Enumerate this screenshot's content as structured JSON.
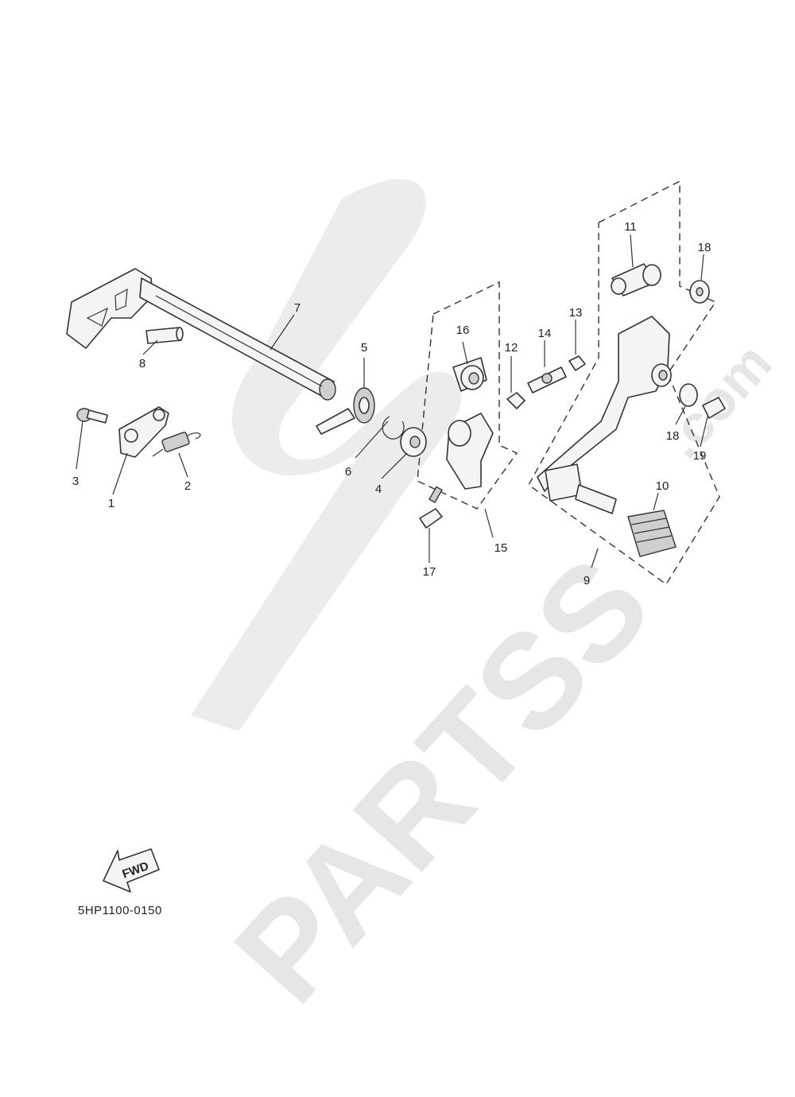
{
  "watermark": {
    "brand": "PARTSS",
    "domain": ".com"
  },
  "diagram": {
    "code": "5HP1100-0150",
    "fwd_label": "FWD",
    "callouts": [
      "1",
      "2",
      "3",
      "4",
      "5",
      "6",
      "7",
      "8",
      "9",
      "10",
      "11",
      "12",
      "13",
      "14",
      "15",
      "16",
      "17",
      "18",
      "18",
      "19"
    ]
  }
}
